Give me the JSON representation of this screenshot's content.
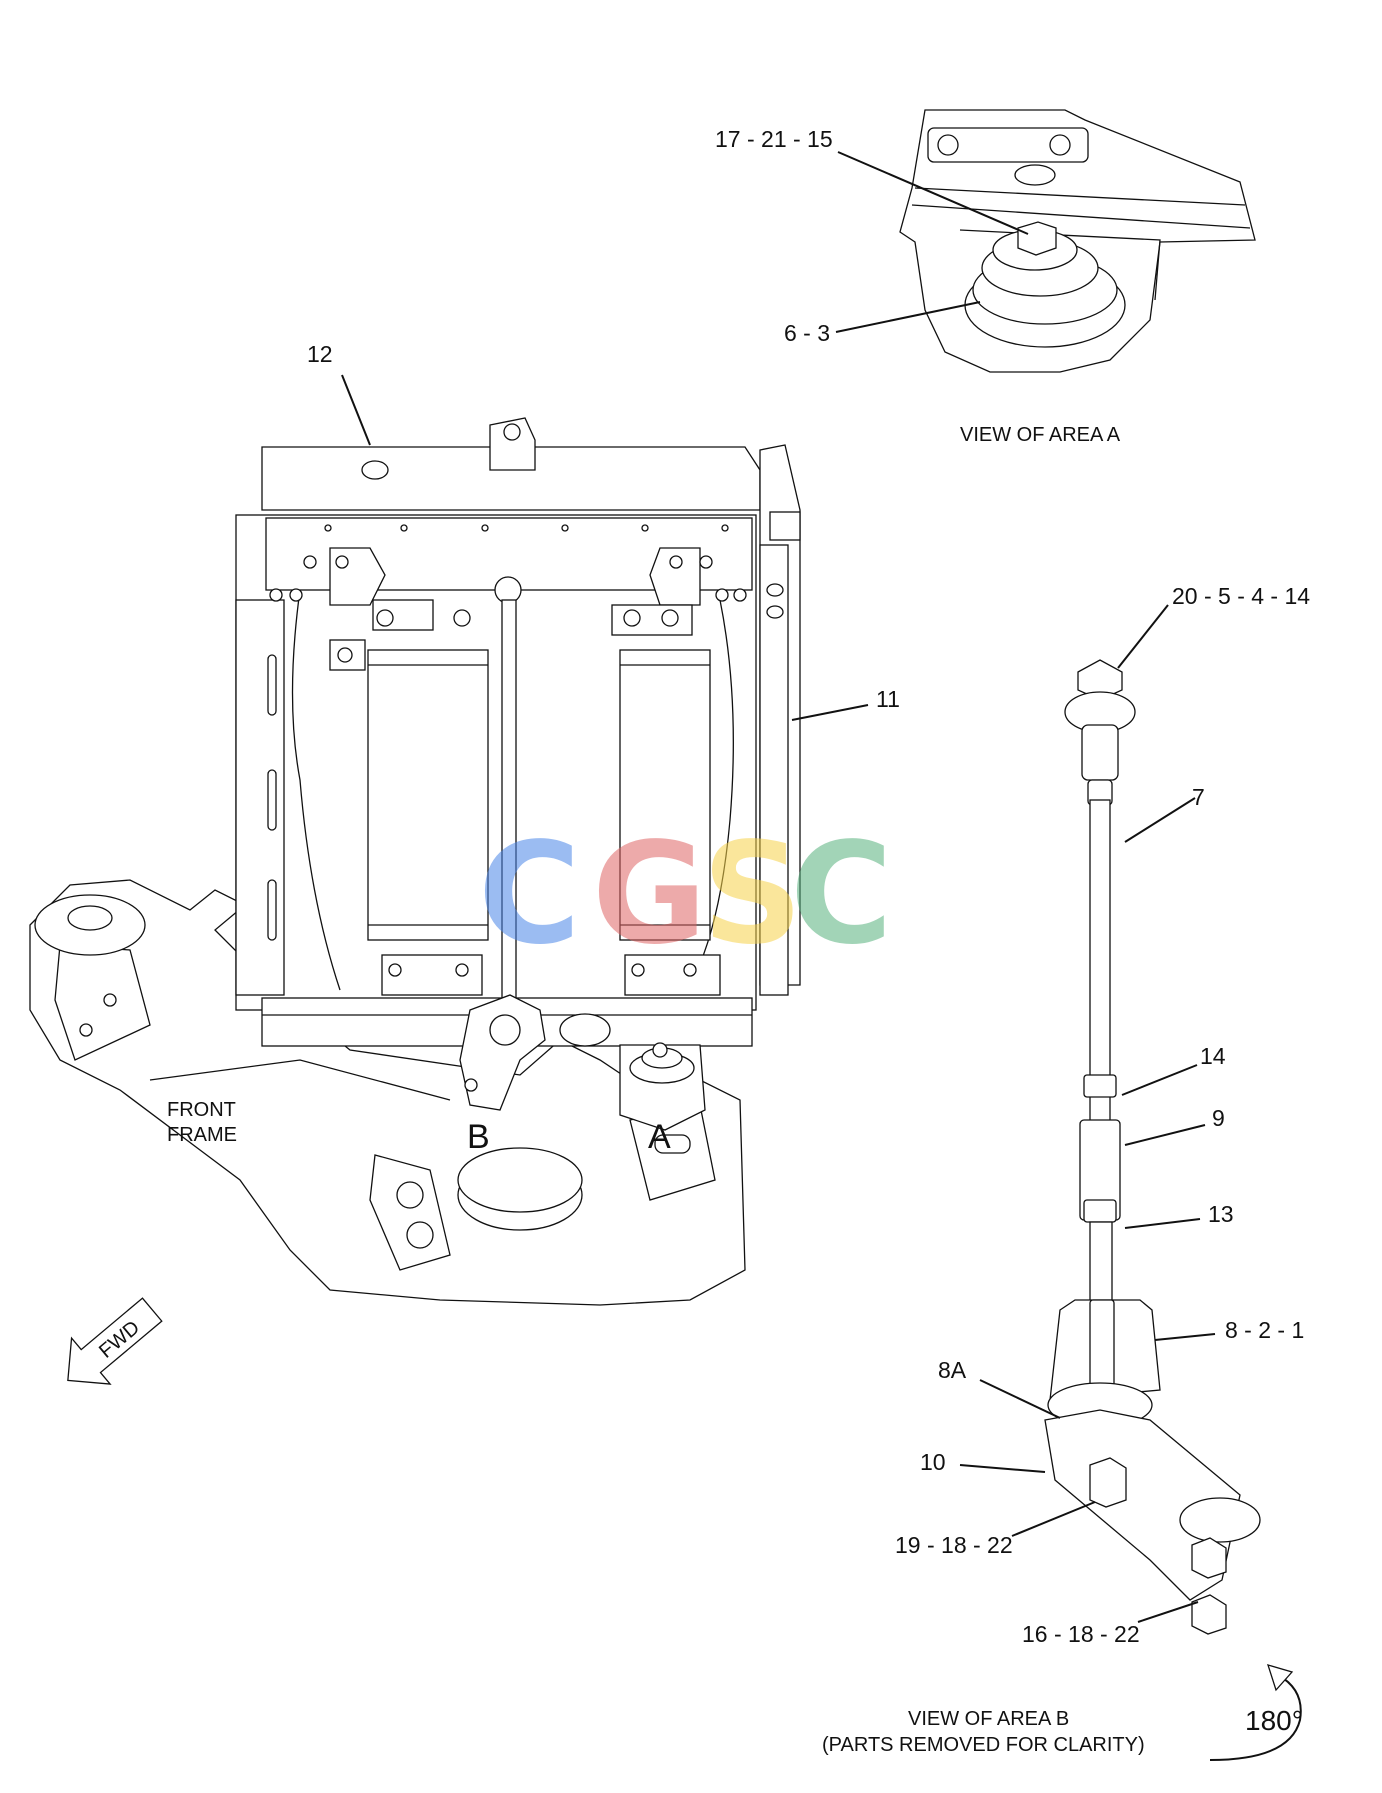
{
  "callouts": {
    "c_17_21_15": "17 - 21 - 15",
    "c_6_3": "6 - 3",
    "c_12": "12",
    "c_11": "11",
    "c_20_5_4_14": "20 - 5 - 4 - 14",
    "c_7": "7",
    "c_14": "14",
    "c_9": "9",
    "c_13": "13",
    "c_8_2_1": "8 - 2 - 1",
    "c_8a": "8A",
    "c_10": "10",
    "c_19_18_22": "19 - 18 - 22",
    "c_16_18_22": "16 - 18 - 22"
  },
  "area_letters": {
    "b": "B",
    "a": "A"
  },
  "captions": {
    "view_area_a": "VIEW OF AREA  A",
    "front_frame_1": "FRONT",
    "front_frame_2": "FRAME",
    "view_area_b_1": "VIEW OF AREA  B",
    "view_area_b_2": "(PARTS REMOVED FOR CLARITY)",
    "rotation": "180°",
    "fwd": "FWD"
  },
  "watermark": {
    "letters": [
      "C",
      "G",
      "S",
      "C"
    ],
    "colors": [
      "#4a86e8",
      "#e06666",
      "#f6d34a",
      "#57b27d"
    ]
  }
}
